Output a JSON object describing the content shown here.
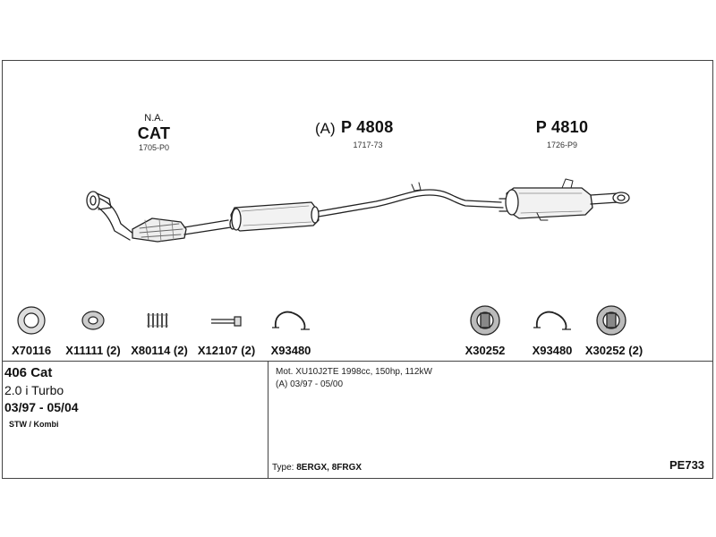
{
  "parts_top": {
    "cat": {
      "prefix": "N.A.",
      "label": "CAT",
      "code": "1705-P0"
    },
    "middle": {
      "prefix": "(A)",
      "label": "P 4808",
      "code": "1717-73"
    },
    "rear": {
      "label": "P 4810",
      "code": "1726-P9"
    }
  },
  "accessories": [
    {
      "label": "X70116",
      "icon": "gasket-ring-icon"
    },
    {
      "label": "X11111 (2)",
      "icon": "seal-ring-icon"
    },
    {
      "label": "X80114 (2)",
      "icon": "spring-icon"
    },
    {
      "label": "X12107 (2)",
      "icon": "bolt-icon"
    },
    {
      "label": "X93480",
      "icon": "clamp-icon"
    },
    {
      "label": "X30252",
      "icon": "rubber-mount-icon"
    },
    {
      "label": "X93480",
      "icon": "clamp-icon"
    },
    {
      "label": "X30252 (2)",
      "icon": "rubber-mount-icon"
    }
  ],
  "vehicle": {
    "model": "406 Cat",
    "engine_short": "2.0 i Turbo",
    "dates": "03/97 - 05/04",
    "body": "STW / Kombi"
  },
  "engine": {
    "motor": "Mot. XU10J2TE 1998cc, 150hp, 112kW",
    "variant": "(A) 03/97 - 05/00"
  },
  "type_line": {
    "prefix": "Type:",
    "codes": "8ERGX, 8FRGX"
  },
  "diagram_code": "PE733"
}
